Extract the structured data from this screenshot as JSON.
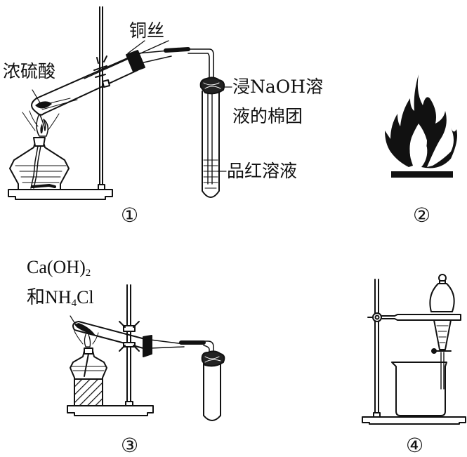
{
  "figure": {
    "panels": [
      {
        "id": "1",
        "number": "①",
        "description": "Copper wire with concentrated sulfuric acid heated, gas passed into magenta solution",
        "labels": {
          "copper_wire": "铜丝",
          "conc_sulfuric_acid": "浓硫酸",
          "cotton_line1": "浸NaOH溶",
          "cotton_line2": "液的棉团",
          "magenta_solution": "品红溶液"
        }
      },
      {
        "id": "2",
        "number": "②",
        "description": "Flammable hazard pictogram",
        "labels": {}
      },
      {
        "id": "3",
        "number": "③",
        "description": "Heating Ca(OH)2 and NH4Cl to make ammonia",
        "labels": {
          "reagent_line1_main": "Ca(OH)",
          "reagent_line1_sub": "2",
          "reagent_line2_prefix": "和NH",
          "reagent_line2_sub": "4",
          "reagent_line2_suffix": "Cl"
        }
      },
      {
        "id": "4",
        "number": "④",
        "description": "Separatory funnel on iron stand over a beaker",
        "labels": {}
      }
    ]
  },
  "colors": {
    "ink": "#111111",
    "background": "#ffffff"
  }
}
